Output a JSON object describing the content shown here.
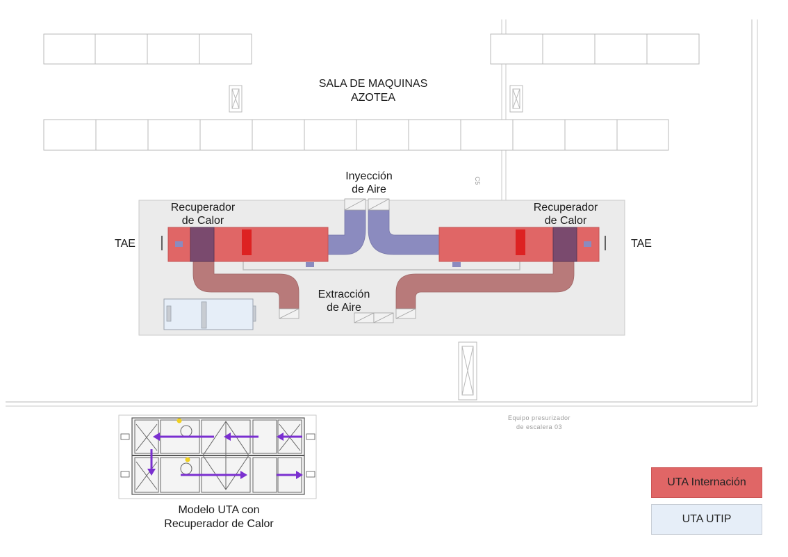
{
  "room": {
    "line1": "SALA DE MAQUINAS",
    "line2": "AZOTEA"
  },
  "labels": {
    "inyeccion_1": "Inyección",
    "inyeccion_2": "de Aire",
    "extraccion_1": "Extracción",
    "extraccion_2": "de Aire",
    "recuperador_left_1": "Recuperador",
    "recuperador_left_2": "de Calor",
    "recuperador_right_1": "Recuperador",
    "recuperador_right_2": "de Calor",
    "tae_left": "TAE",
    "tae_right": "TAE",
    "vertical_code": "C5"
  },
  "note": {
    "line1": "Equipo presurizador",
    "line2": "de escalera 03"
  },
  "model": {
    "line1": "Modelo UTA con",
    "line2": "Recuperador de Calor"
  },
  "legend": {
    "internacion": "UTA Internación",
    "utip": "UTA UTIP"
  },
  "colors": {
    "uta_internacion": "#e06666",
    "uta_utip": "#e6eef8",
    "recuperador": "#7a4a6e",
    "supply_duct": "#8b8bbf",
    "extract_duct": "#b87a7a",
    "platform": "#ebebeb",
    "damper": "#dd2222",
    "flow_arrow": "#7a2fd0"
  }
}
